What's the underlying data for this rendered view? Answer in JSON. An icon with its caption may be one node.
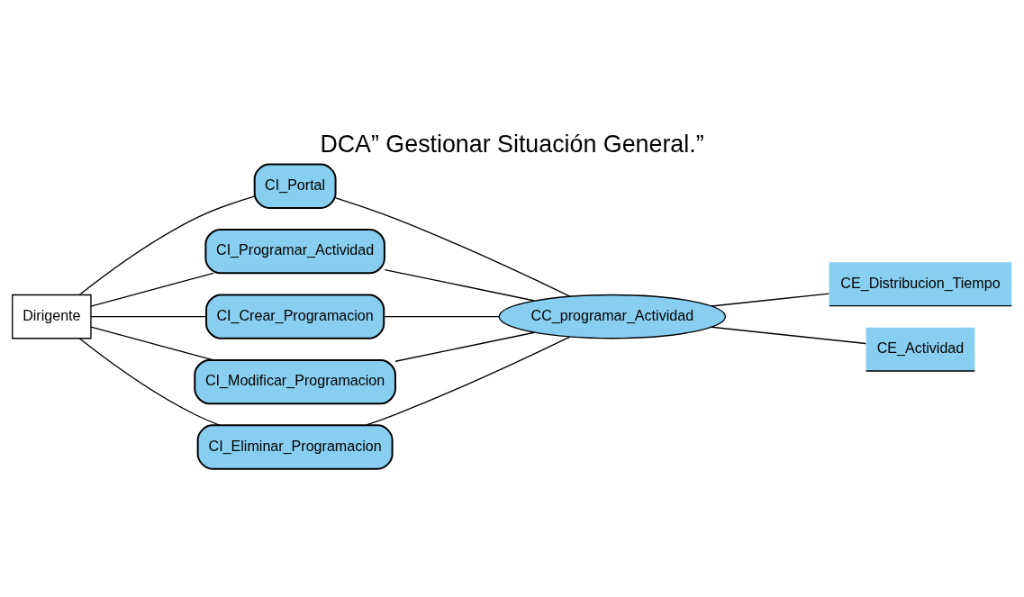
{
  "diagram": {
    "title": "DCA” Gestionar Situación General.”",
    "nodes": [
      {
        "text": [
          "Dirigente"
        ]
      },
      {
        "text": [
          "CI_Portal"
        ]
      },
      {
        "text": [
          "CI_Programar_Actividad"
        ]
      },
      {
        "text": [
          "CI_Crear_Programacion"
        ]
      },
      {
        "text": [
          "CI_Modificar_Programacion"
        ]
      },
      {
        "text": [
          "CI_Eliminar_Programacion"
        ]
      },
      {
        "text": [
          "CC_programar_Actividad"
        ]
      },
      {
        "text": [
          "CE_Distribucion_Tiempo"
        ]
      },
      {
        "text": [
          "CE_Actividad"
        ]
      }
    ],
    "edges": [
      {
        "from": 0,
        "to": 1,
        "arrow": "none"
      },
      {
        "from": 0,
        "to": 2,
        "arrow": "none"
      },
      {
        "from": 0,
        "to": 3,
        "arrow": "none"
      },
      {
        "from": 0,
        "to": 4,
        "arrow": "none"
      },
      {
        "from": 0,
        "to": 5,
        "arrow": "none"
      },
      {
        "from": 1,
        "to": 6,
        "arrow": "none"
      },
      {
        "from": 2,
        "to": 6,
        "arrow": "none"
      },
      {
        "from": 3,
        "to": 6,
        "arrow": "none"
      },
      {
        "from": 4,
        "to": 6,
        "arrow": "none"
      },
      {
        "from": 5,
        "to": 6,
        "arrow": "none"
      },
      {
        "from": 6,
        "to": 7,
        "arrow": "none"
      },
      {
        "from": 6,
        "to": 8,
        "arrow": "none"
      }
    ]
  }
}
